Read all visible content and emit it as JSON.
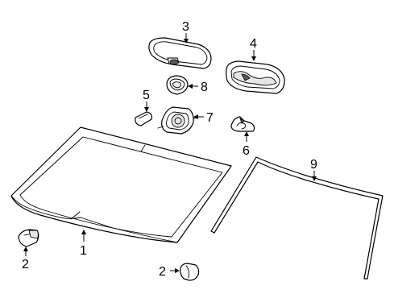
{
  "callouts": [
    {
      "id": "1",
      "text": "1"
    },
    {
      "id": "2a",
      "text": "2"
    },
    {
      "id": "2b",
      "text": "2"
    },
    {
      "id": "3",
      "text": "3"
    },
    {
      "id": "4",
      "text": "4"
    },
    {
      "id": "5",
      "text": "5"
    },
    {
      "id": "6",
      "text": "6"
    },
    {
      "id": "7",
      "text": "7"
    },
    {
      "id": "8",
      "text": "8"
    },
    {
      "id": "9",
      "text": "9"
    }
  ]
}
